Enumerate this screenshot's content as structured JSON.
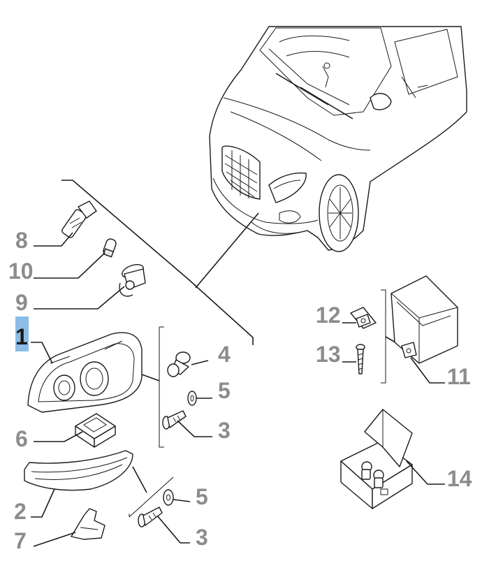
{
  "highlight_color": "#8bbde6",
  "callout_color": "#8c8c8c",
  "line_color": "#1a1a1a",
  "callouts": [
    {
      "id": "c8",
      "label": "8"
    },
    {
      "id": "c10",
      "label": "10"
    },
    {
      "id": "c9",
      "label": "9"
    },
    {
      "id": "c1",
      "label": "1",
      "highlighted": true
    },
    {
      "id": "c6",
      "label": "6"
    },
    {
      "id": "c2",
      "label": "2"
    },
    {
      "id": "c7",
      "label": "7"
    },
    {
      "id": "c4",
      "label": "4"
    },
    {
      "id": "c5a",
      "label": "5"
    },
    {
      "id": "c3a",
      "label": "3"
    },
    {
      "id": "c5b",
      "label": "5"
    },
    {
      "id": "c3b",
      "label": "3"
    },
    {
      "id": "c12",
      "label": "12"
    },
    {
      "id": "c13",
      "label": "13"
    },
    {
      "id": "c11",
      "label": "11"
    },
    {
      "id": "c14",
      "label": "14"
    }
  ]
}
